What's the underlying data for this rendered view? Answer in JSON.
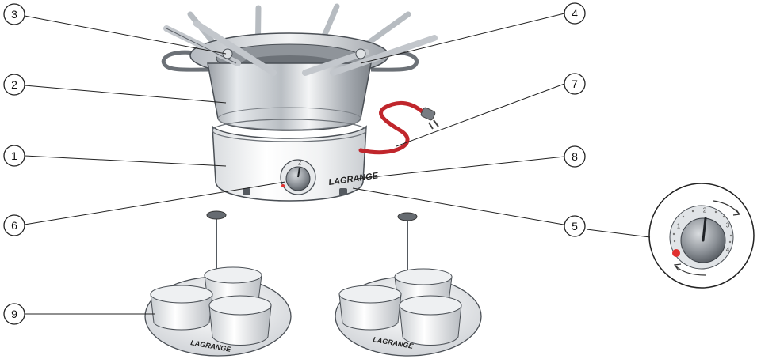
{
  "brand": "LAGRANGE",
  "tray_brands": [
    "LAGRANGE",
    "LAGRANGE"
  ],
  "callouts": [
    {
      "n": "1"
    },
    {
      "n": "2"
    },
    {
      "n": "3"
    },
    {
      "n": "4"
    },
    {
      "n": "5"
    },
    {
      "n": "6"
    },
    {
      "n": "7"
    },
    {
      "n": "8"
    },
    {
      "n": "9"
    }
  ],
  "dial": {
    "numbers": [
      "1",
      "2",
      "3",
      "4"
    ],
    "knob_mini_number": "2"
  },
  "colors": {
    "steel_light": "#eef0f2",
    "steel_dark": "#8a8f95",
    "cord": "#c0262c",
    "indicator": "#e0302f",
    "knob": "#6b7076"
  }
}
